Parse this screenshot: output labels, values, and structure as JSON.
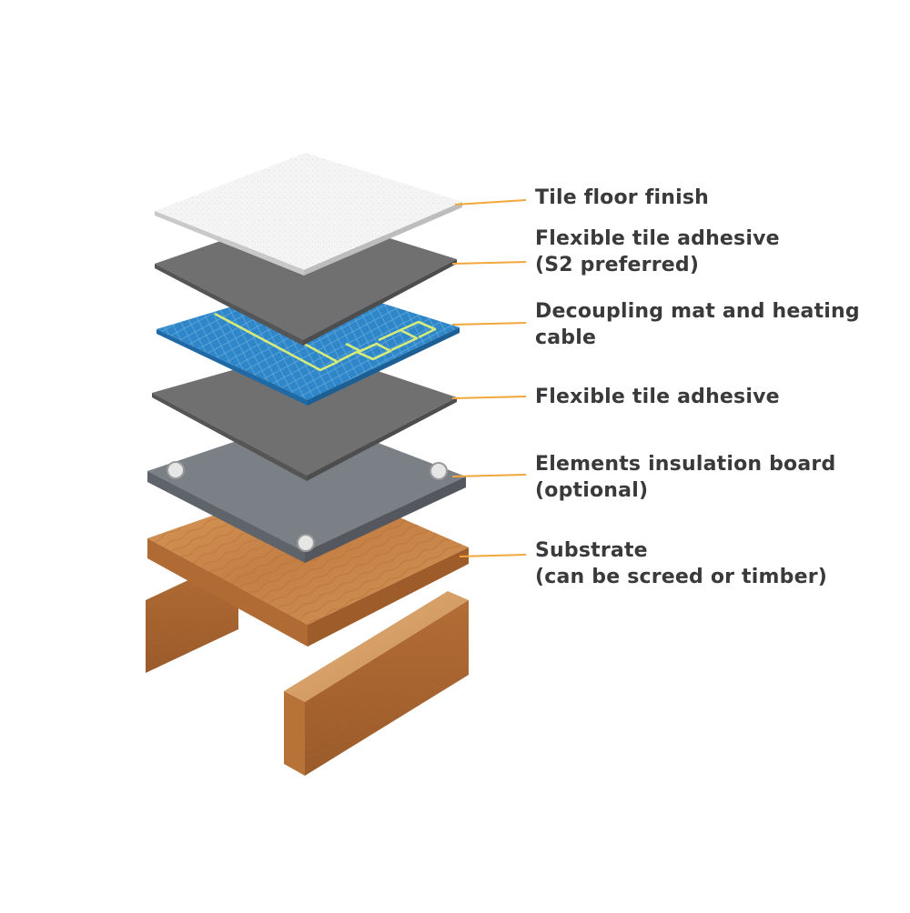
{
  "colors": {
    "leader_line": "#f2a73b",
    "label_text": "#3a3a3a",
    "tile_finish": "#f3f3f3",
    "adhesive": "#6e6e6e",
    "decoupling_mat": "#2f86c8",
    "heating_cable": "#d6ec7a",
    "insulation_board": "#7b8087",
    "timber": "#c9854a"
  },
  "layers": [
    {
      "id": "tile-floor-finish",
      "lines": [
        "Tile floor finish"
      ]
    },
    {
      "id": "flexible-tile-adhesive-top",
      "lines": [
        "Flexible tile adhesive",
        "(S2 preferred)"
      ]
    },
    {
      "id": "decoupling-mat",
      "lines": [
        "Decoupling mat and heating",
        "cable"
      ]
    },
    {
      "id": "flexible-tile-adhesive",
      "lines": [
        "Flexible tile adhesive"
      ]
    },
    {
      "id": "insulation-board",
      "lines": [
        "Elements insulation board",
        "(optional)"
      ]
    },
    {
      "id": "substrate",
      "lines": [
        "Substrate",
        "(can be screed or timber)"
      ]
    }
  ]
}
